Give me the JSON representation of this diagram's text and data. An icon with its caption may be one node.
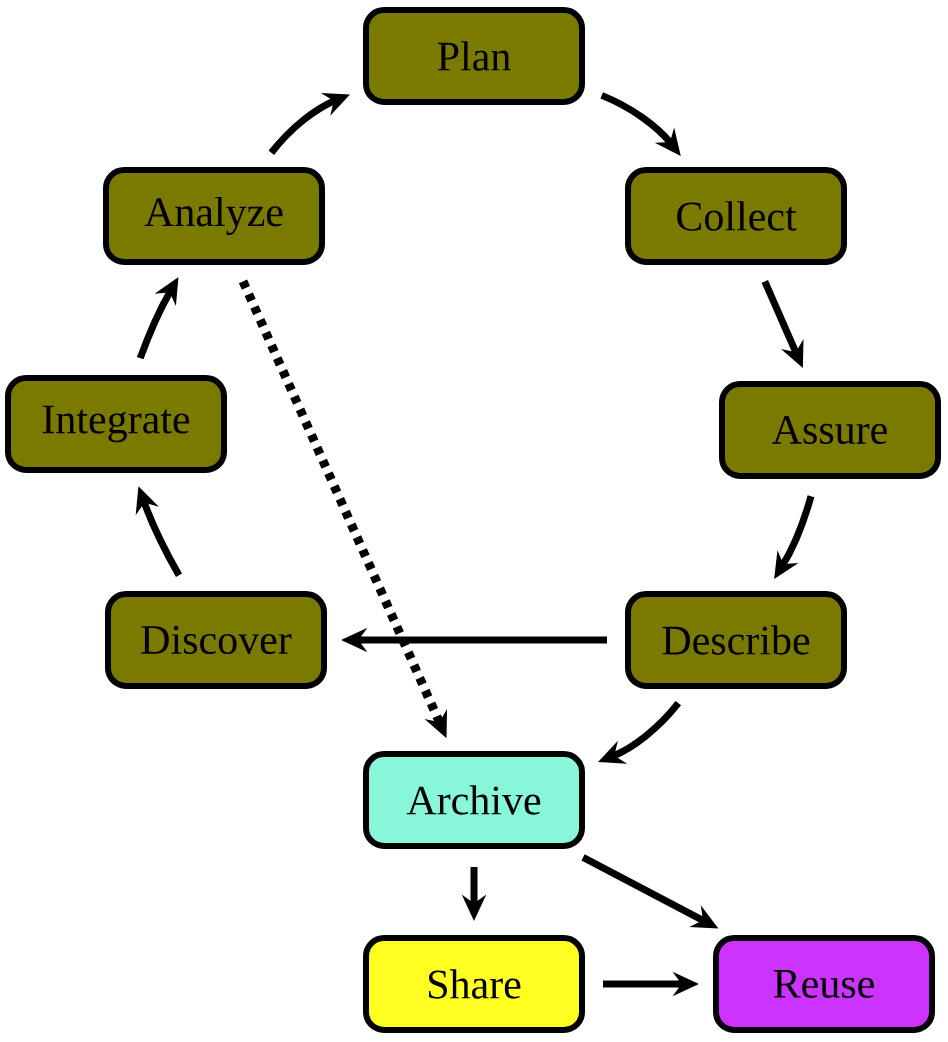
{
  "diagram": {
    "nodes": [
      {
        "text": [
          "Plan"
        ]
      },
      {
        "text": [
          "Collect"
        ]
      },
      {
        "text": [
          "Assure"
        ]
      },
      {
        "text": [
          "Describe"
        ]
      },
      {
        "text": [
          "Discover"
        ]
      },
      {
        "text": [
          "Integrate"
        ]
      },
      {
        "text": [
          "Analyze"
        ]
      },
      {
        "text": [
          "Archive"
        ]
      },
      {
        "text": [
          "Share"
        ]
      },
      {
        "text": [
          "Reuse"
        ]
      }
    ],
    "edges": [
      {
        "from": 0,
        "to": 1,
        "arrow": "to"
      },
      {
        "from": 1,
        "to": 2,
        "arrow": "to"
      },
      {
        "from": 2,
        "to": 3,
        "arrow": "to"
      },
      {
        "from": 3,
        "to": 4,
        "arrow": "to"
      },
      {
        "from": 4,
        "to": 5,
        "arrow": "to"
      },
      {
        "from": 5,
        "to": 6,
        "arrow": "to"
      },
      {
        "from": 6,
        "to": 0,
        "arrow": "to"
      },
      {
        "from": 6,
        "to": 7,
        "arrow": "to",
        "style": "dashed"
      },
      {
        "from": 3,
        "to": 7,
        "arrow": "to"
      },
      {
        "from": 7,
        "to": 8,
        "arrow": "to"
      },
      {
        "from": 7,
        "to": 9,
        "arrow": "to"
      },
      {
        "from": 8,
        "to": 9,
        "arrow": "to"
      }
    ]
  }
}
